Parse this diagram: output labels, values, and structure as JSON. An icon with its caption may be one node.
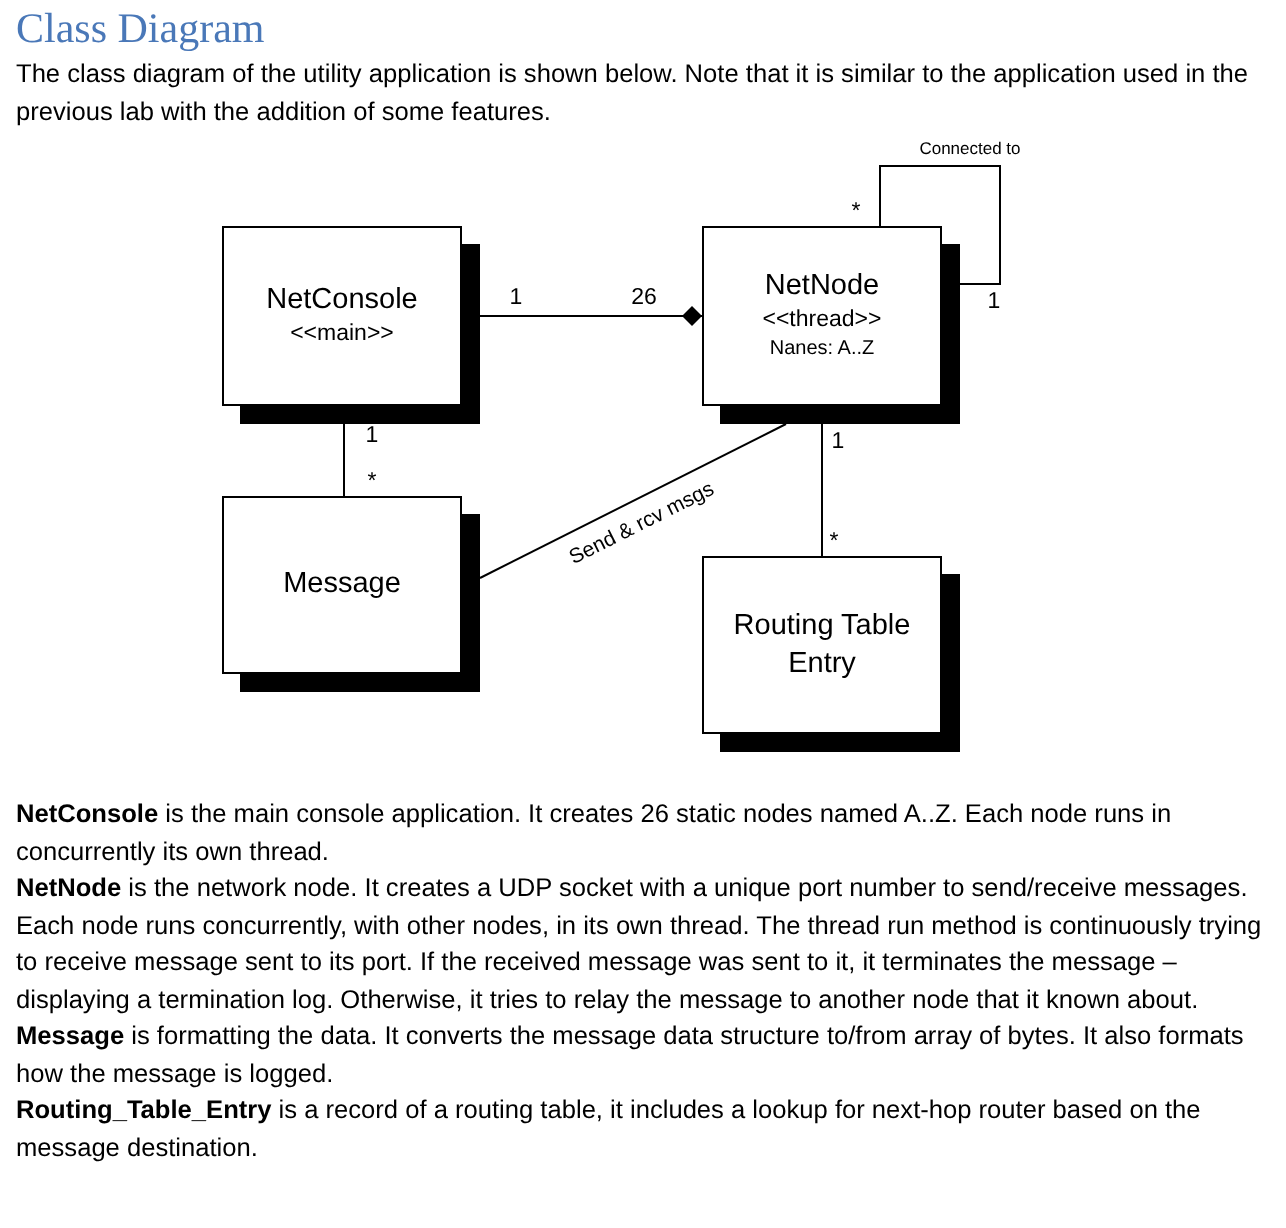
{
  "diagram": {
    "title": "Class Diagram",
    "caption": "The class diagram of the utility application is shown below. Note that it is similar to the application used in the previous lab with the addition of some features.",
    "nodes": [
      {
        "text": [
          "NetConsole",
          "<<main>>"
        ]
      },
      {
        "text": [
          "NetNode",
          "<<thread>>",
          "Nanes: A..Z"
        ]
      },
      {
        "text": [
          "Message"
        ]
      },
      {
        "text": [
          "Routing Table Entry"
        ]
      }
    ],
    "edges": [
      {
        "from": 0,
        "to": 1,
        "arrow": "other"
      },
      {
        "from": 1,
        "to": 1,
        "arrow": "none",
        "label": "Connected to"
      },
      {
        "from": 0,
        "to": 2,
        "arrow": "none"
      },
      {
        "from": 2,
        "to": 1,
        "arrow": "none",
        "label": "Send & rcv msgs"
      },
      {
        "from": 1,
        "to": 3,
        "arrow": "none"
      }
    ],
    "labels": [
      "*",
      "1",
      "26",
      "1",
      "1",
      "1",
      "*",
      "*",
      "**NetConsole** is the main console application. It creates 26 static nodes named A..Z. Each node runs in concurrently its own thread.",
      "**NetNode** is the network node. It creates a UDP socket with a unique port number to send/receive messages. Each node runs concurrently, with other nodes, in its own thread. The thread run method is continuously trying to receive message sent to its port. If the received message was sent to it, it terminates the message – displaying a termination log. Otherwise, it tries to relay the message to another node that it known about.",
      "**Message** is formatting the data. It converts the message data structure to/from array of bytes. It also formats how the message is logged.",
      "**Routing_Table_Entry** is a record of a routing table, it includes a lookup for next-hop router based on the message destination."
    ]
  }
}
